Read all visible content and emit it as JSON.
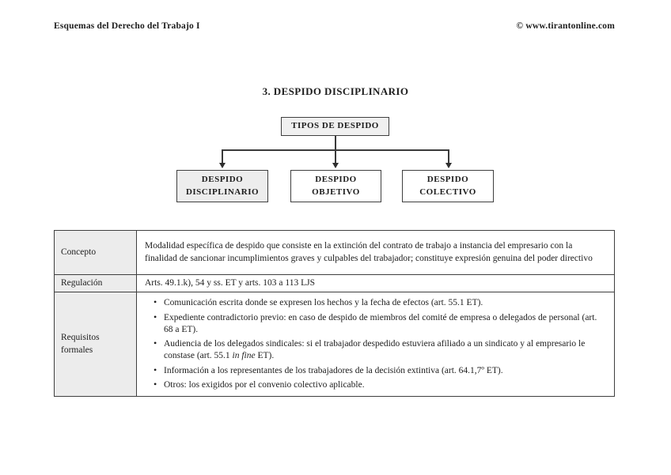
{
  "page": {
    "header_left": "Esquemas del Derecho del Trabajo I",
    "header_right": "© www.tirantonline.com",
    "title": "3. DESPIDO DISCIPLINARIO"
  },
  "diagram": {
    "root_box": "TIPOS DE DESPIDO",
    "children": [
      {
        "line1": "DESPIDO",
        "line2": "DISCIPLINARIO"
      },
      {
        "line1": "DESPIDO",
        "line2": "OBJETIVO"
      },
      {
        "line1": "DESPIDO",
        "line2": "COLECTIVO"
      }
    ]
  },
  "table": {
    "rows": [
      {
        "label": "Concepto",
        "text": "Modalidad específica de despido que consiste en la extinción del contrato de trabajo a instancia del empresario con la finalidad de sancionar incumplimientos graves y culpables del trabajador; constituye expresión genuina del poder directivo"
      },
      {
        "label": "Regulación",
        "text": "Arts. 49.1.k), 54 y ss. ET y arts. 103 a 113 LJS"
      },
      {
        "label": "Requisitos formales",
        "bullets": [
          {
            "pre": "Comunicación escrita donde se expresen los hechos y la fecha de efectos (art. 55.1 ET).",
            "italic": "",
            "post": ""
          },
          {
            "pre": "Expediente contradictorio previo: en caso de despido de miembros del comité de empresa o delegados de personal (art. 68 a ET).",
            "italic": "",
            "post": ""
          },
          {
            "pre": "Audiencia de los delegados sindicales: si el trabajador despedido estuviera afiliado a un sindicato y al empresario le constase (art. 55.1 ",
            "italic": "in fine",
            "post": " ET).",
            "italic_note": "in fine is italic"
          },
          {
            "pre": "Información a los representantes de los trabajadores de la decisión extintiva (art. 64.1,7º ET).",
            "italic": "",
            "post": ""
          },
          {
            "pre": "Otros: los exigidos por el convenio colectivo aplicable.",
            "italic": "",
            "post": ""
          }
        ]
      }
    ]
  },
  "colors": {
    "text": "#1d1d1d",
    "border": "#3f3f3f",
    "shaded_box": "#ededed",
    "label_cell_bg": "#ececec",
    "page_bg": "#ffffff"
  }
}
